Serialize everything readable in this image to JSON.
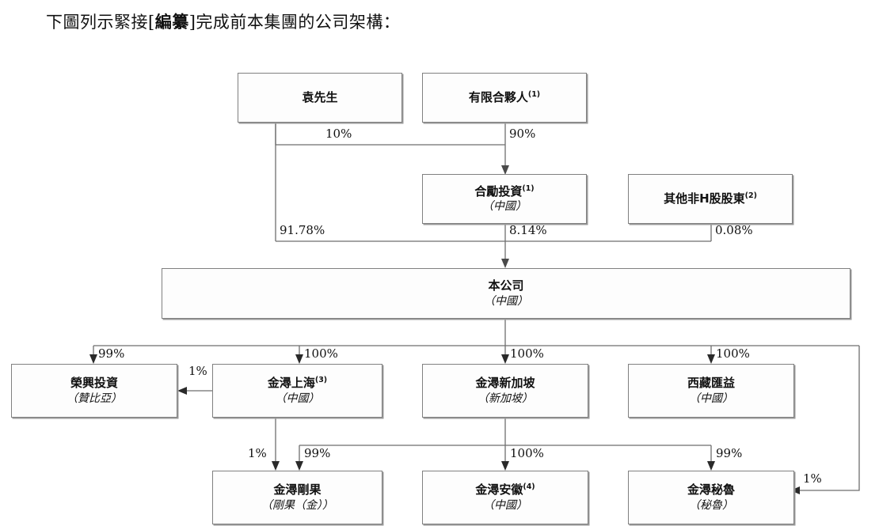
{
  "caption": {
    "prefix": "下圖列示緊接[",
    "emphasis": "編纂",
    "suffix": "]完成前本集團的公司架構："
  },
  "colors": {
    "box_border": "#808080",
    "box_shadow": "#9a9a9a",
    "line": "#6e6e6e",
    "text": "#111111",
    "background": "#ffffff"
  },
  "nodes": {
    "mr_yuan": {
      "name": "袁先生",
      "note": "",
      "jurisdiction": ""
    },
    "limited_partner": {
      "name": "有限合夥人",
      "note": "(1)",
      "jurisdiction": ""
    },
    "heli_invest": {
      "name": "合勵投資",
      "note": "(1)",
      "jurisdiction": "（中國）"
    },
    "other_non_h": {
      "name": "其他非H股股東",
      "note": "(2)",
      "jurisdiction": ""
    },
    "company": {
      "name": "本公司",
      "note": "",
      "jurisdiction": "（中國）"
    },
    "rongxing": {
      "name": "榮興投資",
      "note": "",
      "jurisdiction": "（贊比亞）"
    },
    "jinxun_sh": {
      "name": "金潯上海",
      "note": "(3)",
      "jurisdiction": "（中國）"
    },
    "jinxun_sg": {
      "name": "金潯新加坡",
      "note": "",
      "jurisdiction": "（新加坡）"
    },
    "xizang_huiyi": {
      "name": "西藏匯益",
      "note": "",
      "jurisdiction": "（中國）"
    },
    "jinxun_congo": {
      "name": "金潯剛果",
      "note": "",
      "jurisdiction": "（剛果（金））"
    },
    "jinxun_anhui": {
      "name": "金潯安徽",
      "note": "(4)",
      "jurisdiction": "（中國）"
    },
    "jinxun_peru": {
      "name": "金潯秘魯",
      "note": "",
      "jurisdiction": "（秘魯）"
    }
  },
  "edges": {
    "yuan_to_heli": "10%",
    "lp_to_heli": "90%",
    "yuan_to_company": "91.78%",
    "heli_to_company": "8.14%",
    "other_to_company": "0.08%",
    "company_to_rongxing": "99%",
    "company_to_jinxun_sh": "100%",
    "company_to_jinxun_sg": "100%",
    "company_to_xizang": "100%",
    "jinxun_sh_to_rongxing": "1%",
    "jinxun_sh_to_congo_direct": "1%",
    "jinxun_sg_bus_to_congo": "99%",
    "jinxun_sg_to_anhui": "100%",
    "jinxun_sg_bus_to_peru": "99%",
    "xizang_to_peru": "1%"
  }
}
